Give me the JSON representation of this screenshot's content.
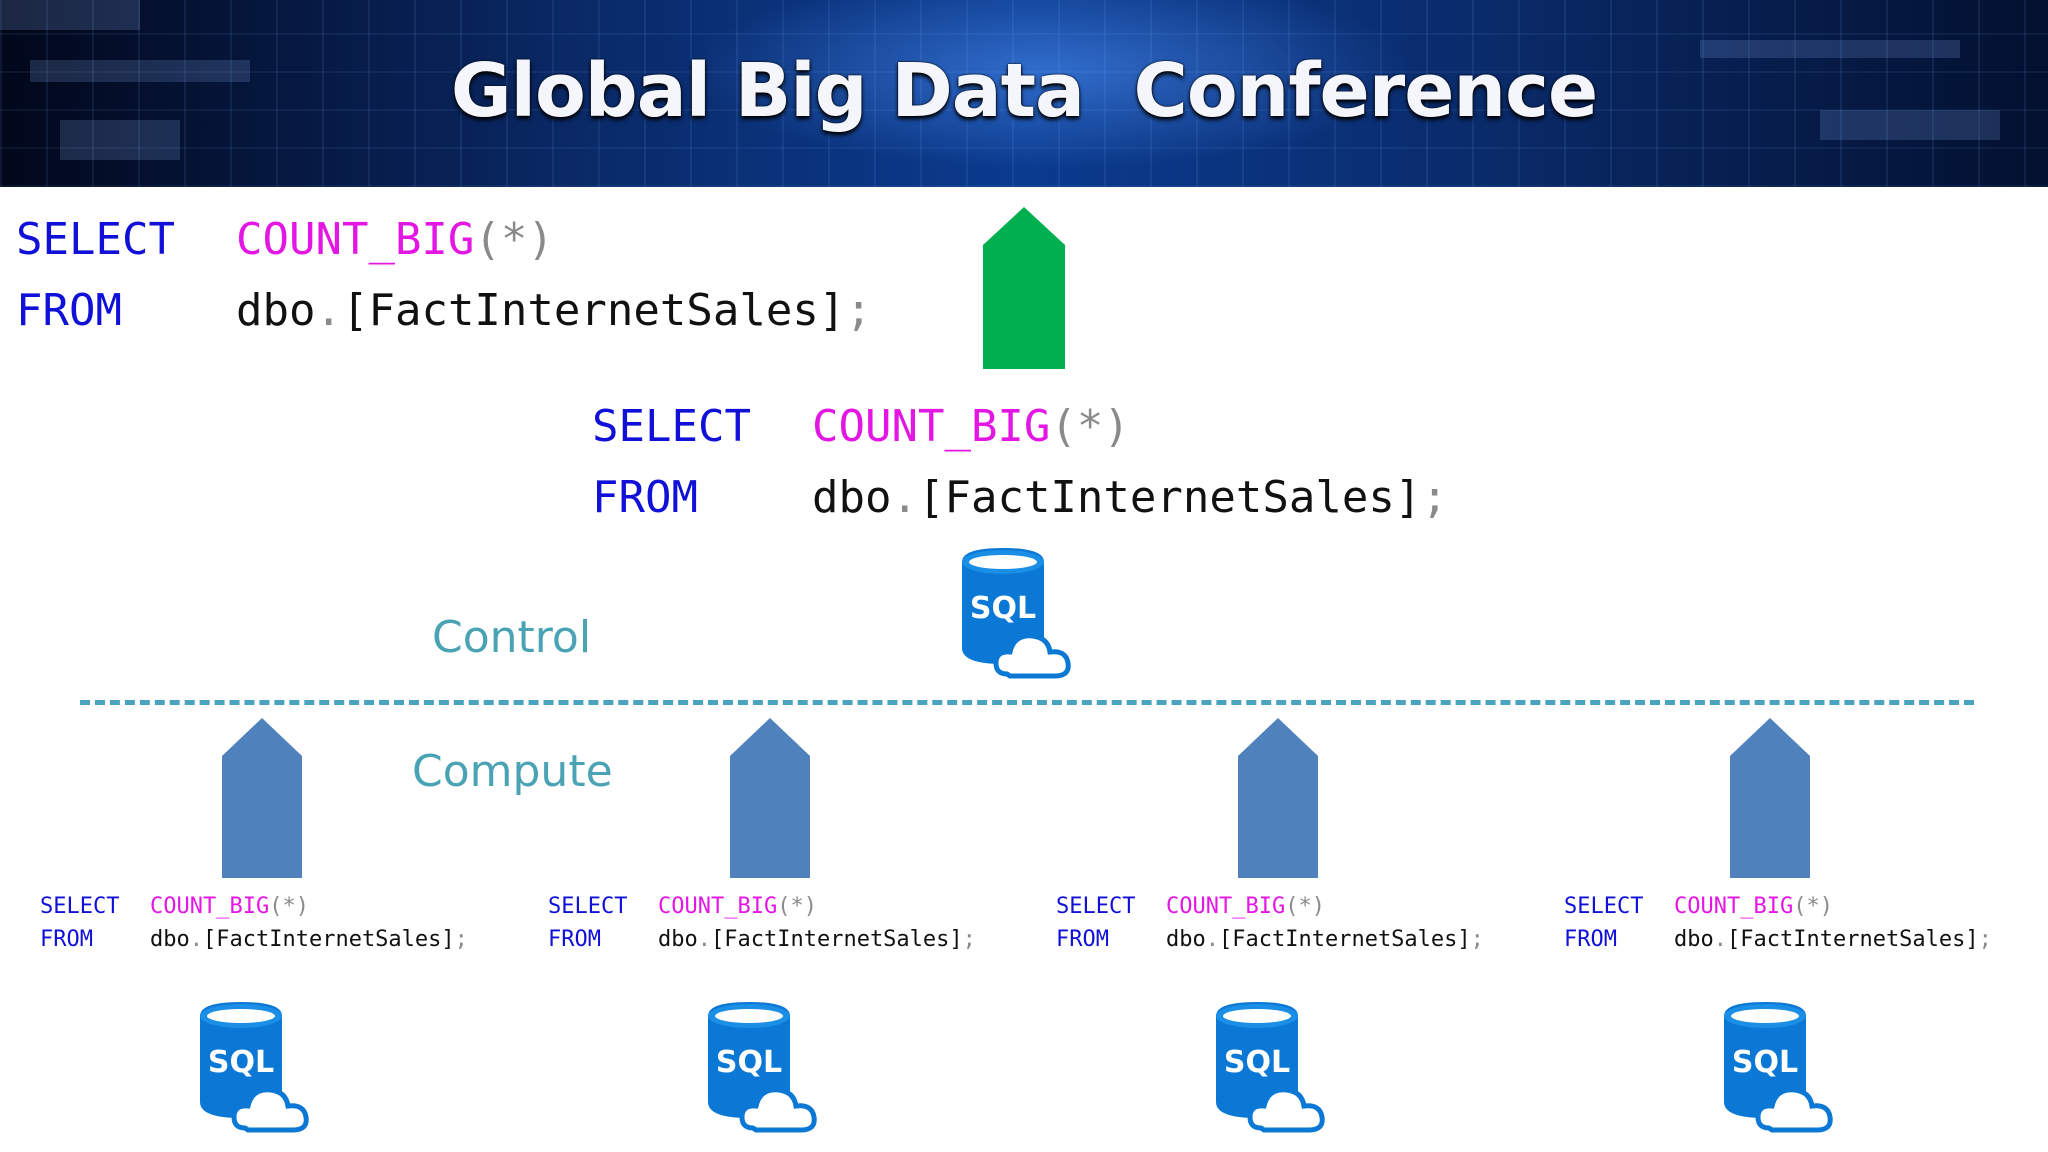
{
  "banner": {
    "title": "Global Big Data  Conference"
  },
  "query": {
    "select_kw": "SELECT",
    "func": "COUNT_BIG",
    "open_paren": "(",
    "star": "*",
    "close_paren": ")",
    "from_kw": "FROM",
    "schema": "dbo",
    "dot": ".",
    "table": "[FactInternetSales]",
    "semicolon": ";"
  },
  "labels": {
    "control": "Control",
    "compute": "Compute"
  },
  "icons": {
    "database": "sql-database-cloud-icon",
    "db_text": "SQL",
    "arrow": "arrow-up-icon"
  },
  "colors": {
    "keyword": "#1010d8",
    "function": "#e316e3",
    "punctuation": "#8a8a8a",
    "label": "#4aa3b5",
    "result_arrow": "#00b050",
    "compute_arrow": "#4f81bd",
    "db_blue": "#0a78d4"
  },
  "compute_nodes": [
    {
      "id": 1
    },
    {
      "id": 2
    },
    {
      "id": 3
    },
    {
      "id": 4
    }
  ]
}
